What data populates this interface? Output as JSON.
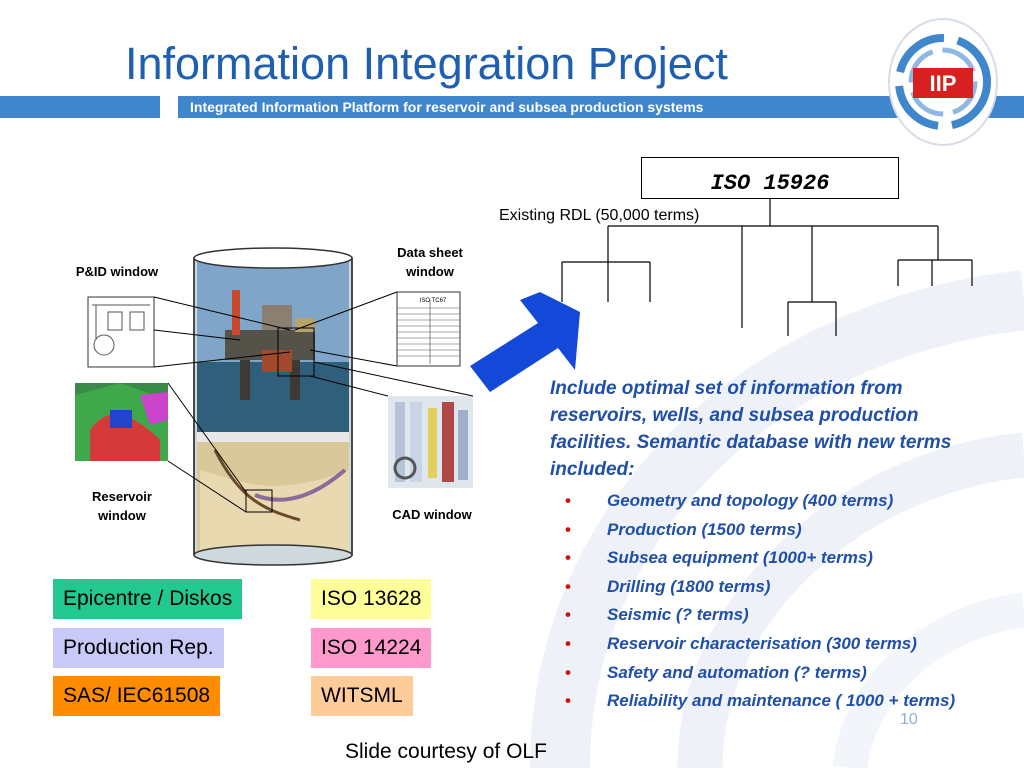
{
  "header": {
    "title": "Information Integration Project",
    "subtitle": "Integrated Information Platform for reservoir and subsea production systems",
    "logo_text": "IIP"
  },
  "diagram": {
    "pid_label": "P&ID window",
    "datasheet_label_1": "Data sheet",
    "datasheet_label_2": "window",
    "datasheet_header": "ISO TC67",
    "reservoir_label_1": "Reservoir",
    "reservoir_label_2": "window",
    "cad_label": "CAD window"
  },
  "tree": {
    "root": "ISO 15926",
    "caption": "Existing RDL (50,000 terms)"
  },
  "standards": [
    {
      "label": "Epicentre / Diskos",
      "color": "#22c98f"
    },
    {
      "label": "ISO 13628",
      "color": "#ffff99"
    },
    {
      "label": "Production Rep.",
      "color": "#c9c9f7"
    },
    {
      "label": "ISO 14224",
      "color": "#ff99cc"
    },
    {
      "label": "SAS/ IEC61508",
      "color": "#ff8c00"
    },
    {
      "label": "WITSML",
      "color": "#ffcc99"
    }
  ],
  "content": {
    "intro": "Include optimal set of information from reservoirs, wells, and subsea production facilities. Semantic database with new terms included:",
    "bullet_char": "•",
    "bullets": [
      "Geometry and topology (400 terms)",
      "Production (1500 terms)",
      "Subsea equipment (1000+ terms)",
      "Drilling (1800 terms)",
      "Seismic (? terms)",
      "Reservoir characterisation (300 terms)",
      "Safety and automation (? terms)",
      "Reliability and maintenance ( 1000 + terms)"
    ]
  },
  "footer": {
    "page_number": "10",
    "credit": "Slide courtesy of OLF"
  },
  "colors": {
    "title_blue": "#1f5fb0",
    "band_blue": "#3f86cc",
    "text_blue": "#1f4fa8",
    "arrow_blue": "#1448d8",
    "logo_red": "#d92020"
  }
}
